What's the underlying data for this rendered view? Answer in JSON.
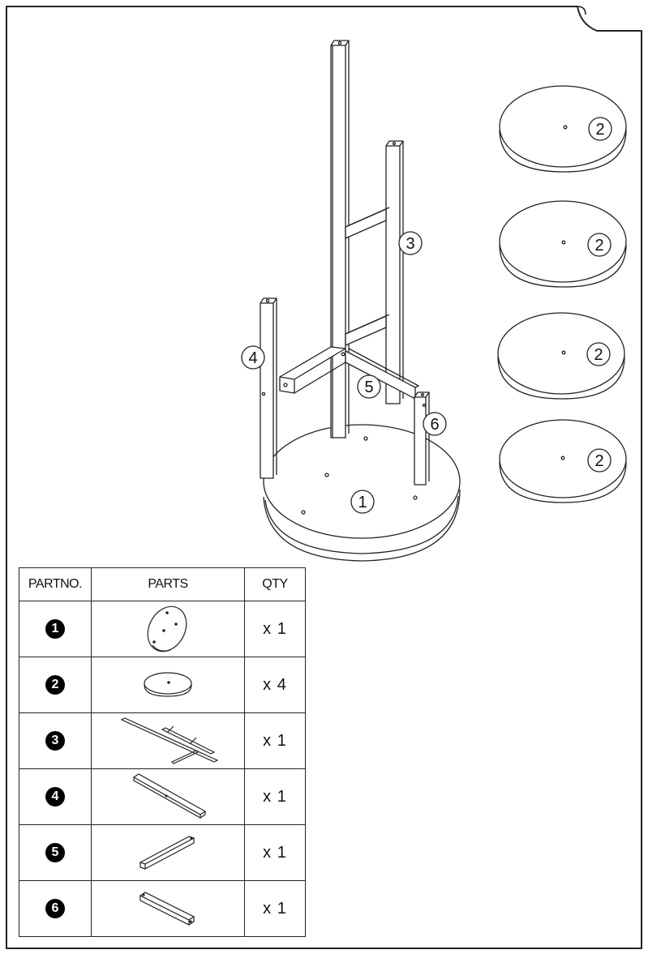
{
  "table": {
    "headers": {
      "partno": "PARTNO.",
      "parts": "PARTS",
      "qty": "QTY"
    },
    "rows": [
      {
        "no": "1",
        "qty": "x 1",
        "thumb": "round-base-thumb"
      },
      {
        "no": "2",
        "qty": "x 4",
        "thumb": "shelf-disc-thumb"
      },
      {
        "no": "3",
        "qty": "x 1",
        "thumb": "ladder-frame-thumb"
      },
      {
        "no": "4",
        "qty": "x 1",
        "thumb": "long-post-thumb"
      },
      {
        "no": "5",
        "qty": "x 1",
        "thumb": "cross-arm-thumb"
      },
      {
        "no": "6",
        "qty": "x 1",
        "thumb": "short-post-thumb"
      }
    ]
  },
  "callouts": {
    "base": "1",
    "shelf": "2",
    "frame": "3",
    "post_long": "4",
    "arm": "5",
    "post_short": "6"
  },
  "colors": {
    "line": "#222222",
    "paper": "#ffffff",
    "badge": "#000000"
  }
}
